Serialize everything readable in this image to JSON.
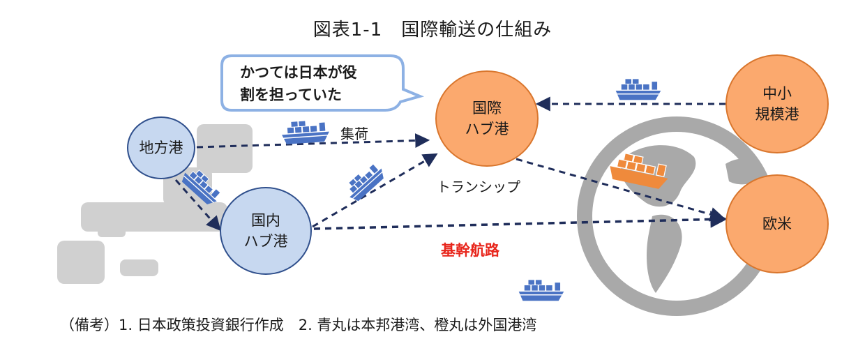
{
  "title": "図表1-1　国際輸送の仕組み",
  "callout": {
    "line1": "かつては日本が役",
    "line2": "割を担っていた"
  },
  "nodes": {
    "chiho": "地方港",
    "kokunai": [
      "国内",
      "ハブ港"
    ],
    "kokusai": [
      "国際",
      "ハブ港"
    ],
    "chusho": [
      "中小",
      "規模港"
    ],
    "obei": "欧米"
  },
  "labels": {
    "shuka": "集荷",
    "transship": "トランシップ",
    "kansen": "基幹航路"
  },
  "note": "（備考）1. 日本政策投資銀行作成　2. 青丸は本邦港湾、橙丸は外国港湾",
  "colors": {
    "domestic_port": "#c7d8f0",
    "foreign_port": "#fba96e",
    "arrow": "#1f2d5a",
    "highlight_text": "#e8261c",
    "ship_blue": "#4a73c4",
    "ship_orange": "#ef8a3c",
    "map": "#d0d0d0"
  }
}
